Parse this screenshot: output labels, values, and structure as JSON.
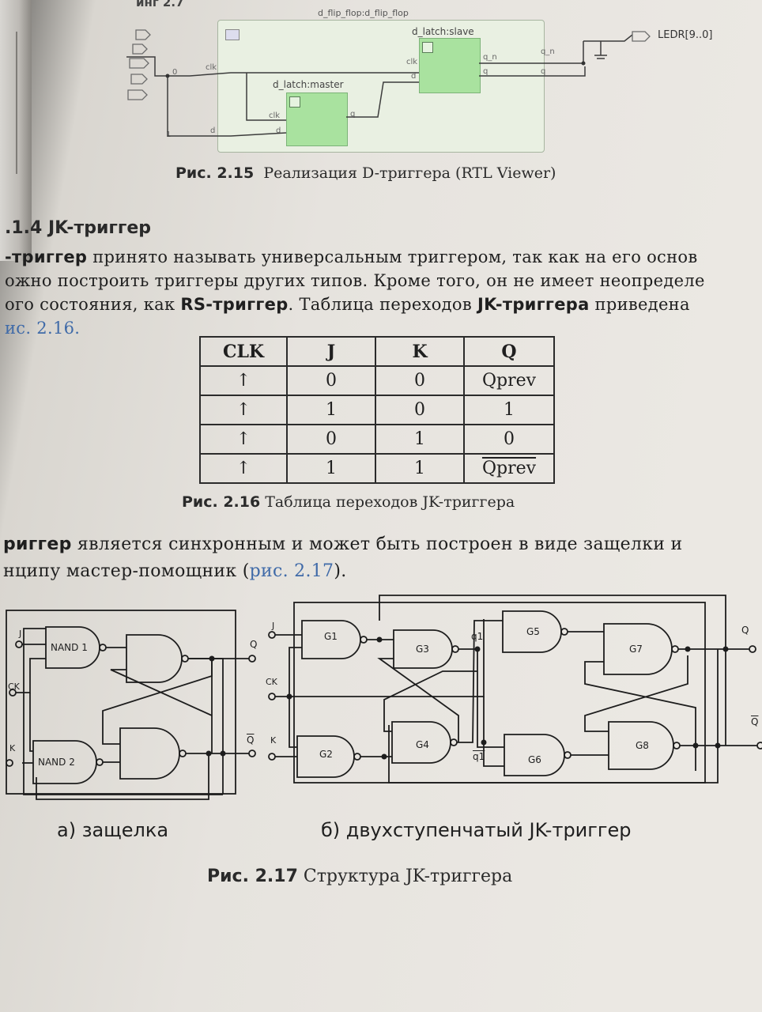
{
  "header": {
    "top_cut_text": "инг 2.7"
  },
  "rtl_viewer": {
    "top_module": "d_flip_flop:d_flip_flop",
    "slave_name": "d_latch:slave",
    "master_name": "d_latch:master",
    "port_clk": "clk",
    "port_d": "d",
    "port_q": "q",
    "port_qn": "q_n",
    "net_0": "0",
    "net_1": "1",
    "output": "LEDR[9..0]"
  },
  "fig_2_15": {
    "num": "Рис. 2.15",
    "text": "Реализация D-триггера (RTL Viewer)"
  },
  "section": {
    "heading": ".1.4  JK-триггер"
  },
  "paragraph1": {
    "l1_b": "-триггер",
    "l1_r": " принято называть универсальным триггером, так как на его основ",
    "l2": "ожно построить триггеры других типов. Кроме того, он не имеет неопределе",
    "l3_a": "ого состояния, как ",
    "l3_b": "RS-триггер",
    "l3_c": ". Таблица переходов ",
    "l3_d": "JK-триггера",
    "l3_e": " приведена",
    "l4": "ис. 2.16."
  },
  "table": {
    "headers": [
      "CLK",
      "J",
      "K",
      "Q"
    ],
    "rows": [
      [
        "↑",
        "0",
        "0",
        "Qprev"
      ],
      [
        "↑",
        "1",
        "0",
        "1"
      ],
      [
        "↑",
        "0",
        "1",
        "0"
      ],
      [
        "↑",
        "1",
        "1",
        "Qprev"
      ]
    ]
  },
  "fig_2_16": {
    "num": "Рис. 2.16",
    "text": " Таблица переходов JK-триггера"
  },
  "paragraph2": {
    "l1_b": "риггер",
    "l1_r": " является синхронным и может быть построен в виде защелки и",
    "l2_a": "нципу мастер-помощник (",
    "l2_link": "рис. 2.17",
    "l2_b": ")."
  },
  "latch": {
    "J": "J",
    "CK": "CK",
    "K": "K",
    "nand1": "NAND 1",
    "nand2": "NAND 2",
    "Q": "Q",
    "Qbar": "Q"
  },
  "jk2": {
    "J": "J",
    "CK": "CK",
    "K": "K",
    "G1": "G1",
    "G2": "G2",
    "G3": "G3",
    "G4": "G4",
    "G5": "G5",
    "G6": "G6",
    "G7": "G7",
    "G8": "G8",
    "q1": "q1",
    "q1bar": "q1",
    "Q": "Q",
    "Qbar": "Q"
  },
  "sub_a": "а) защелка",
  "sub_b": "б) двухступенчатый JK-триггер",
  "fig_2_17": {
    "num": "Рис. 2.17",
    "text": " Структура JK-триггера"
  }
}
